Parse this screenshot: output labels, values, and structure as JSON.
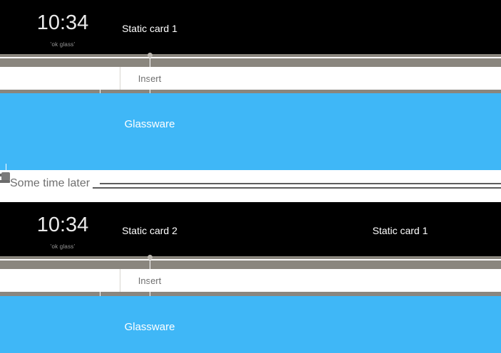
{
  "meta": {
    "accent_blue": "#3fb7f7",
    "bar_gray": "#8a867e",
    "card_black": "#000000",
    "muted_text": "#6f6f6f"
  },
  "sections": [
    {
      "id": "top",
      "glass_card": {
        "clock": "10:34",
        "hotword": "'ok glass'",
        "labels": [
          {
            "name": "static-card-1",
            "text": "Static card 1",
            "align": "center"
          }
        ]
      },
      "insert": {
        "label": "Insert"
      },
      "glassware": {
        "label": "Glassware"
      }
    },
    {
      "id": "divider",
      "later": {
        "label": "Some time later"
      }
    },
    {
      "id": "bottom",
      "glass_card": {
        "clock": "10:34",
        "hotword": "'ok glass'",
        "labels": [
          {
            "name": "static-card-2",
            "text": "Static card 2",
            "align": "center"
          },
          {
            "name": "static-card-1",
            "text": "Static card 1",
            "align": "right"
          }
        ]
      },
      "insert": {
        "label": "Insert"
      },
      "glassware": {
        "label": "Glassware"
      }
    }
  ]
}
